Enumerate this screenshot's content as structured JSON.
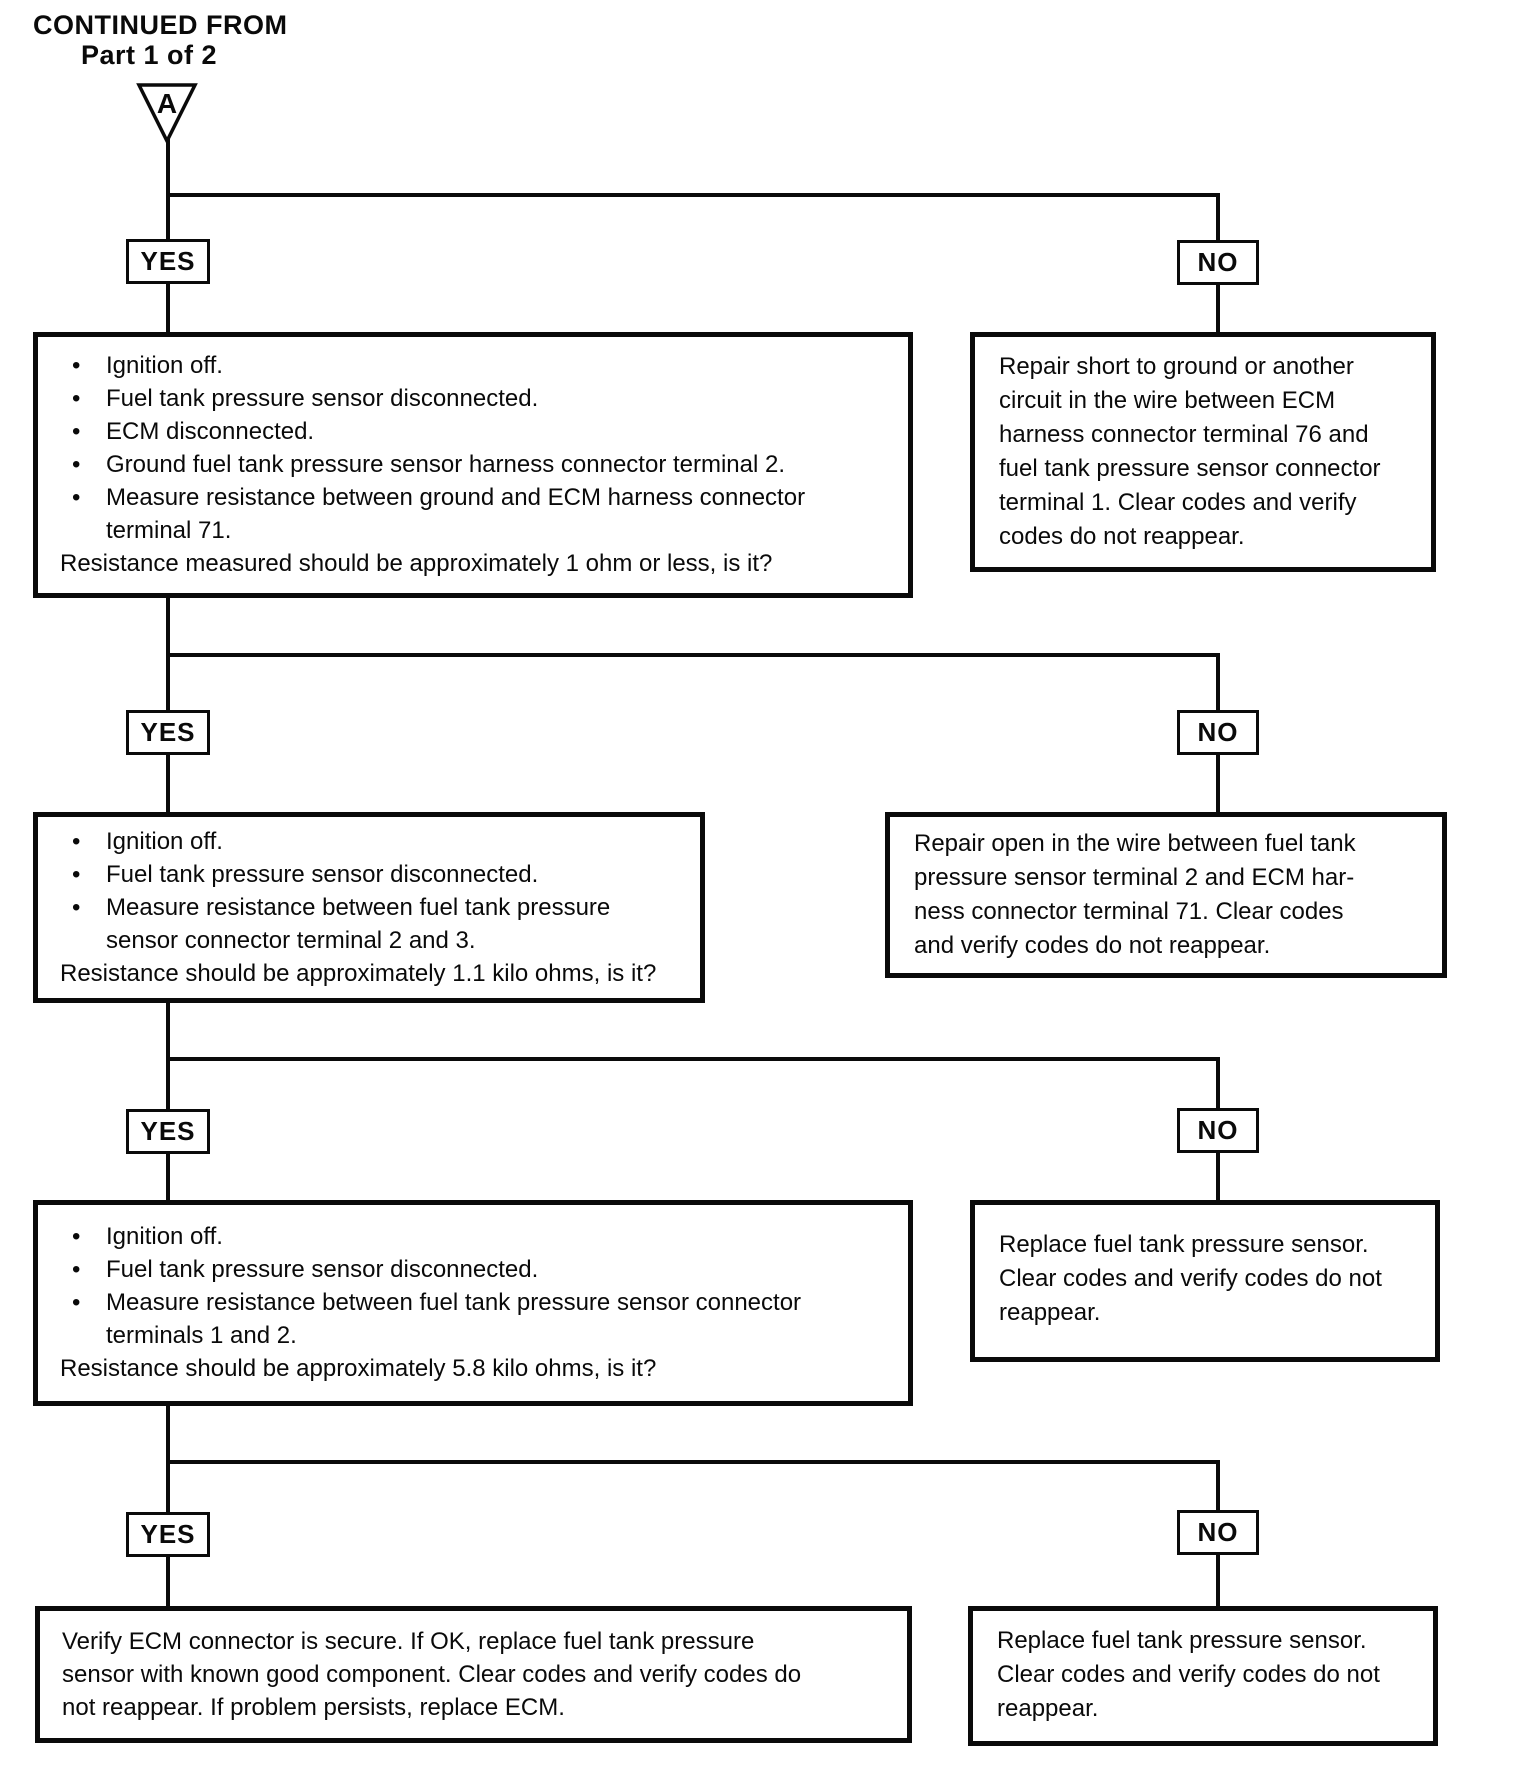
{
  "header": {
    "title_line1": "CONTINUED FROM",
    "title_line2": "Part 1 of 2"
  },
  "connector": {
    "label": "A"
  },
  "branch_labels": {
    "yes": "YES",
    "no": "NO"
  },
  "tiers": [
    {
      "yes_box": {
        "bullets": [
          "Ignition off.",
          "Fuel tank pressure sensor disconnected.",
          "ECM disconnected.",
          "Ground fuel tank pressure sensor harness connector terminal 2.",
          "Measure resistance between ground and ECM harness connector terminal 71."
        ],
        "question": "Resistance measured should be approximately 1 ohm or less, is it?"
      },
      "no_box": {
        "text": "Repair short to ground or another circuit in the wire between ECM harness connector terminal 76 and fuel tank pressure sensor connector terminal 1. Clear codes and verify codes do not reappear."
      }
    },
    {
      "yes_box": {
        "bullets": [
          "Ignition off.",
          "Fuel tank pressure sensor disconnected.",
          "Measure resistance between fuel tank pressure sensor connector terminal 2 and 3."
        ],
        "question": "Resistance should be approximately 1.1 kilo ohms, is it?"
      },
      "no_box": {
        "text": "Repair open in the wire between fuel tank pressure sensor terminal 2 and ECM har- ness connector terminal 71. Clear codes and verify codes do not reappear."
      }
    },
    {
      "yes_box": {
        "bullets": [
          "Ignition off.",
          "Fuel tank pressure sensor disconnected.",
          "Measure resistance between fuel tank pressure sensor connector terminals 1 and 2."
        ],
        "question": "Resistance should be approximately 5.8 kilo ohms, is it?"
      },
      "no_box": {
        "text": "Replace fuel tank pressure sensor. Clear codes and verify codes do not reappear."
      }
    },
    {
      "yes_box": {
        "text": "Verify ECM connector is secure. If OK, replace fuel tank pressure sensor with known good component. Clear codes and verify codes do not reappear. If problem persists, replace ECM."
      },
      "no_box": {
        "text": "Replace fuel tank pressure sensor. Clear codes and verify codes do not reappear."
      }
    }
  ]
}
